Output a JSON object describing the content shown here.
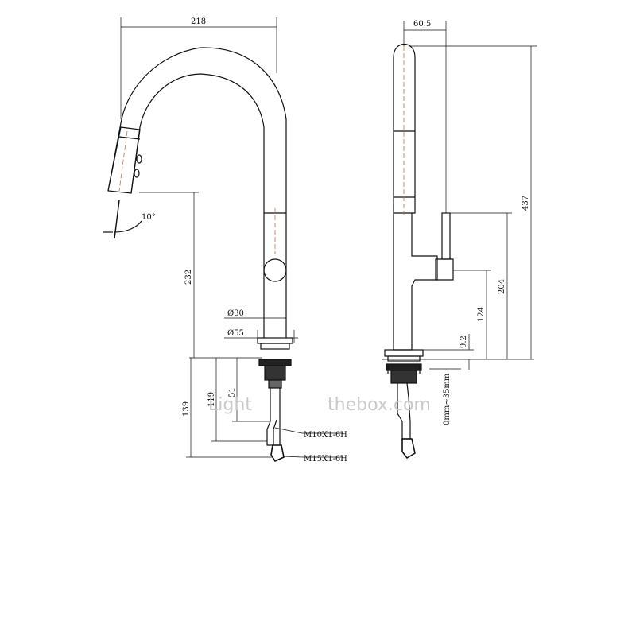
{
  "front_view": {
    "width_dim": "218",
    "spout_height_dim": "232",
    "angle_dim": "10°",
    "diam_body": "Ø30",
    "diam_base": "Ø55",
    "below_total_dim": "139",
    "below_mid_dim": "119",
    "below_short_dim": "51",
    "thread_1": "M10X1-6H",
    "thread_2": "M15X1-6H"
  },
  "side_view": {
    "depth_dim": "60.5",
    "total_height_dim": "437",
    "lever_top_dim": "204",
    "lever_axis_dim": "124",
    "base_dim": "9.2",
    "counter_thickness": "0mm~35mm"
  },
  "watermark": {
    "text_left": "Light",
    "text_right": "thebox.com"
  },
  "colors": {
    "line": "#111111",
    "centerline": "#b8744a",
    "watermark": "#c9c9c9"
  }
}
